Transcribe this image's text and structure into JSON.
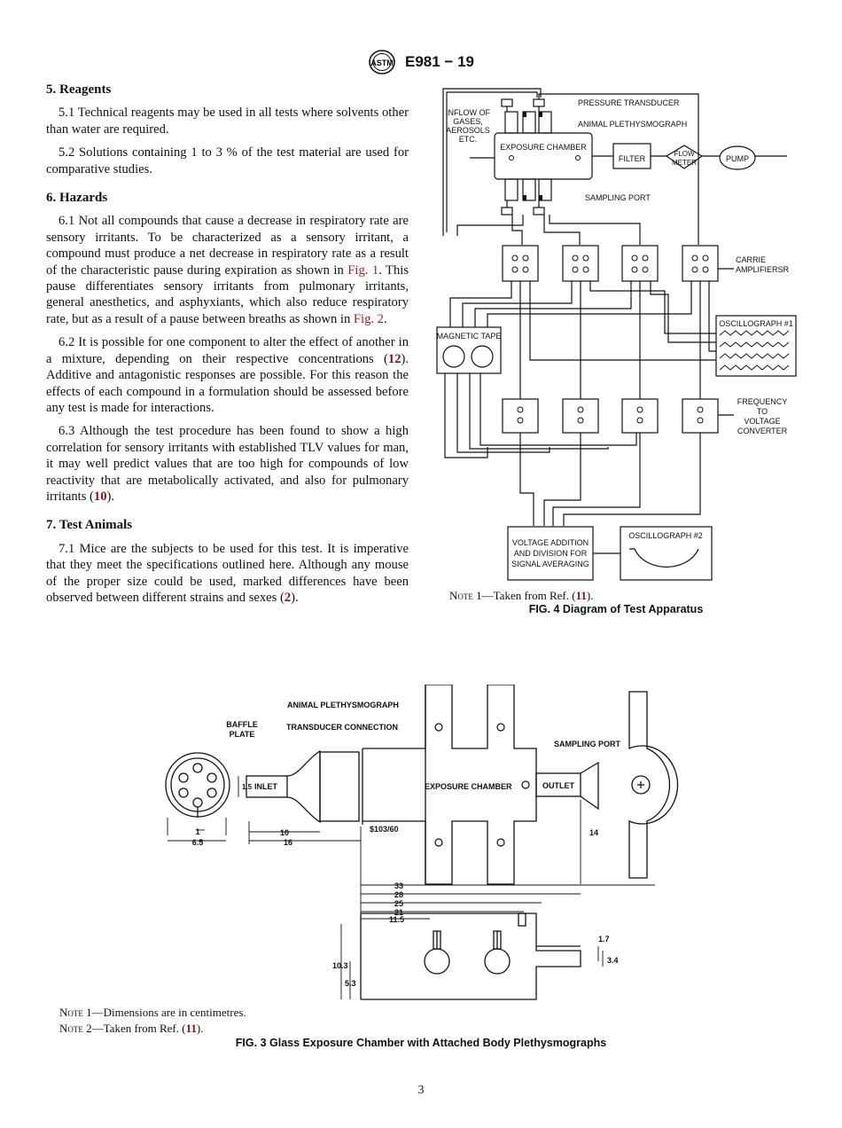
{
  "header": {
    "logo_text": "ASTM",
    "doc_id": "E981 − 19"
  },
  "sections": {
    "reagents": {
      "heading": "5. Reagents",
      "p1": "5.1 Technical reagents may be used in all tests where solvents other than water are required.",
      "p2": "5.2 Solutions containing 1 to 3 % of the test material are used for comparative studies."
    },
    "hazards": {
      "heading": "6. Hazards",
      "p1_a": "6.1 Not all compounds that cause a decrease in respiratory rate are sensory irritants. To be characterized as a sensory irritant, a compound must produce a net decrease in respiratory rate as a result of the characteristic pause during expiration as shown in ",
      "p1_ref1": "Fig. 1",
      "p1_b": ". This pause differentiates sensory irritants from pulmonary irritants, general anesthetics, and asphyxiants, which also reduce respiratory rate, but as a result of a pause between breaths as shown in ",
      "p1_ref2": "Fig. 2",
      "p1_c": ".",
      "p2_a": "6.2 It is possible for one component to alter the effect of another in a mixture, depending on their respective concentrations (",
      "p2_cite": "12",
      "p2_b": "). Additive and antagonistic responses are possible. For this reason the effects of each compound in a formulation should be assessed before any test is made for interactions.",
      "p3_a": "6.3 Although the test procedure has been found to show a high correlation for sensory irritants with established TLV values for man, it may well predict values that are too high for compounds of low reactivity that are metabolically activated, and also for pulmonary irritants (",
      "p3_cite": "10",
      "p3_b": ")."
    },
    "animals": {
      "heading": "7. Test Animals",
      "p1_a": "7.1 Mice are the subjects to be used for this test. It is imperative that they meet the specifications outlined here. Although any mouse of the proper size could be used, marked differences have been observed between different strains and sexes (",
      "p1_cite": "2",
      "p1_b": ")."
    }
  },
  "fig4": {
    "labels": {
      "inflow": [
        "INFLOW OF",
        "GASES,",
        "AEROSOLS",
        "ETC."
      ],
      "pressure_transducer": "PRESSURE TRANSDUCER",
      "animal_pleth": "ANIMAL PLETHYSMOGRAPH",
      "exposure_chamber": "EXPOSURE CHAMBER",
      "filter": "FILTER",
      "flow_meter": [
        "FLOW",
        "METER"
      ],
      "pump": "PUMP",
      "sampling_port": "SAMPLING PORT",
      "carrier_amp": [
        "CARRIE",
        "AMPLIFIERSR"
      ],
      "magnetic_tape": "MAGNETIC TAPE",
      "oscillograph1": "OSCILLOGRAPH #1",
      "freq_conv": [
        "FREQUENCY",
        "TO",
        "VOLTAGE",
        "CONVERTER"
      ],
      "voltage_add": [
        "VOLTAGE ADDITION",
        "AND DIVISION FOR",
        "SIGNAL AVERAGING"
      ],
      "oscillograph2": "OSCILLOGRAPH #2"
    },
    "note_prefix": "Note",
    "note_text": " 1—Taken from Ref. (",
    "note_cite": "11",
    "note_end": ").",
    "caption": "FIG. 4 Diagram of Test Apparatus"
  },
  "fig3": {
    "labels": {
      "animal_pleth": "ANIMAL PLETHYSMOGRAPH",
      "baffle_plate": [
        "BAFFLE",
        "PLATE"
      ],
      "transducer_conn": "TRANSDUCER CONNECTION",
      "sampling_port": "SAMPLING PORT",
      "inlet": "INLET",
      "exposure_chamber": "EXPOSURE CHAMBER",
      "outlet": "OUTLET",
      "joint": "$103/60"
    },
    "dims": {
      "d1_5": "1.5",
      "d1": "1",
      "d6_5": "6.5",
      "d10": "10",
      "d16": "16",
      "d14": "14",
      "d33": "33",
      "d28": "28",
      "d25": "25",
      "d21": "21",
      "d11_5": "11.5",
      "d10_3": "10.3",
      "d5_3": "5.3",
      "d1_7": "1.7",
      "d3_4": "3.4"
    },
    "note1_prefix": "Note",
    "note1_text": " 1—Dimensions are in centimetres.",
    "note2_prefix": "Note",
    "note2_text": " 2—Taken from Ref. (",
    "note2_cite": "11",
    "note2_end": ").",
    "caption": "FIG. 3 Glass Exposure Chamber with Attached Body Plethysmographs"
  },
  "page_number": "3"
}
